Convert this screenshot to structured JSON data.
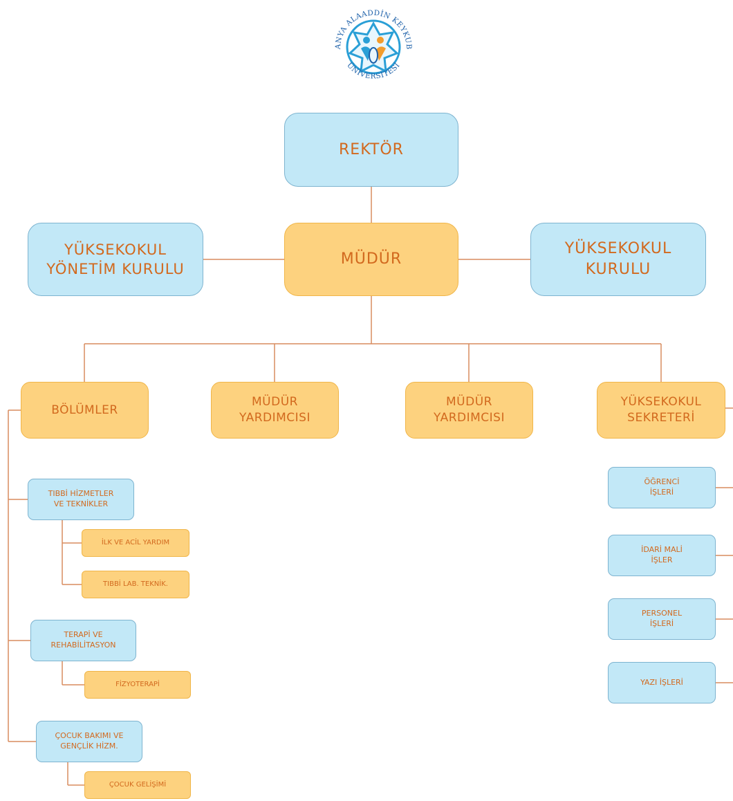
{
  "logo": {
    "arc_text": "ALANYA ALAADDİN KEYKUBAT",
    "bottom_text": "ÜNİVERSİTESİ",
    "colors": {
      "star": "#2a9fd6",
      "accent": "#f39c2b",
      "ring": "#1b5fa8"
    }
  },
  "rector": "REKTÖR",
  "director": "MÜDÜR",
  "board_left": "YÜKSEKOKUL\nYÖNETİM KURULU",
  "board_right": "YÜKSEKOKUL\nKURULU",
  "departments": "BÖLÜMLER",
  "vice_director_1": "MÜDÜR\nYARDIMCISI",
  "vice_director_2": "MÜDÜR\nYARDIMCISI",
  "secretary": "YÜKSEKOKUL\nSEKRETERİ",
  "dept_groups": [
    {
      "label": "TIBBİ HİZMETLER\nVE TEKNİKLER",
      "programs": [
        "İLK VE ACİL YARDIM",
        "TIBBİ LAB. TEKNİK."
      ]
    },
    {
      "label": "TERAPİ VE\nREHABİLİTASYON",
      "programs": [
        "FİZYOTERAPİ"
      ]
    },
    {
      "label": "ÇOCUK BAKIMI VE\nGENÇLİK HİZM.",
      "programs": [
        "ÇOCUK GELİŞİMİ"
      ]
    }
  ],
  "secretariat_units": [
    "ÖĞRENCİ\nİŞLERİ",
    "İDARİ MALİ\nİŞLER",
    "PERSONEL\nİŞLERİ",
    "YAZI İŞLERİ"
  ],
  "colors": {
    "blue_fill": "#c2e8f7",
    "orange_fill": "#fdd27f",
    "text": "#d2691e",
    "line": "#d98c5f"
  }
}
